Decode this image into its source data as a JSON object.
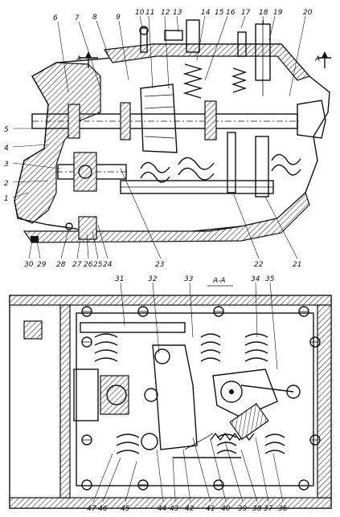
{
  "section_marks": {
    "left": "A",
    "right": "A",
    "section": "A-A"
  },
  "top_labels": [
    {
      "id": "l6",
      "text": "6"
    },
    {
      "id": "l7",
      "text": "7"
    },
    {
      "id": "l8",
      "text": "8"
    },
    {
      "id": "l9",
      "text": "9"
    },
    {
      "id": "l10",
      "text": "10"
    },
    {
      "id": "l11",
      "text": "11"
    },
    {
      "id": "l12",
      "text": "12"
    },
    {
      "id": "l13",
      "text": "13"
    },
    {
      "id": "l14",
      "text": "14"
    },
    {
      "id": "l15",
      "text": "15"
    },
    {
      "id": "l16",
      "text": "16"
    },
    {
      "id": "l17",
      "text": "17"
    },
    {
      "id": "l18",
      "text": "18"
    },
    {
      "id": "l19",
      "text": "19"
    },
    {
      "id": "l20",
      "text": "20"
    },
    {
      "id": "l5",
      "text": "5"
    },
    {
      "id": "l4",
      "text": "4"
    },
    {
      "id": "l3",
      "text": "3"
    },
    {
      "id": "l2",
      "text": "2"
    },
    {
      "id": "l1",
      "text": "1"
    },
    {
      "id": "l30",
      "text": "30"
    },
    {
      "id": "l29",
      "text": "29"
    },
    {
      "id": "l28",
      "text": "28"
    },
    {
      "id": "l27",
      "text": "27"
    },
    {
      "id": "l26",
      "text": "26"
    },
    {
      "id": "l25",
      "text": "25"
    },
    {
      "id": "l24",
      "text": "24"
    },
    {
      "id": "l23",
      "text": "23"
    },
    {
      "id": "l22",
      "text": "22"
    },
    {
      "id": "l21",
      "text": "21"
    }
  ],
  "bottom_labels": [
    {
      "id": "l31",
      "text": "31"
    },
    {
      "id": "l32",
      "text": "32"
    },
    {
      "id": "l33",
      "text": "33"
    },
    {
      "id": "l34",
      "text": "34"
    },
    {
      "id": "l35",
      "text": "35"
    },
    {
      "id": "l47",
      "text": "47"
    },
    {
      "id": "l46",
      "text": "46"
    },
    {
      "id": "l45",
      "text": "45"
    },
    {
      "id": "l44",
      "text": "44"
    },
    {
      "id": "l43",
      "text": "43"
    },
    {
      "id": "l42",
      "text": "42"
    },
    {
      "id": "l41",
      "text": "41"
    },
    {
      "id": "l40",
      "text": "40"
    },
    {
      "id": "l39",
      "text": "39"
    },
    {
      "id": "l38",
      "text": "38"
    },
    {
      "id": "l37",
      "text": "37"
    },
    {
      "id": "l36",
      "text": "36"
    }
  ]
}
